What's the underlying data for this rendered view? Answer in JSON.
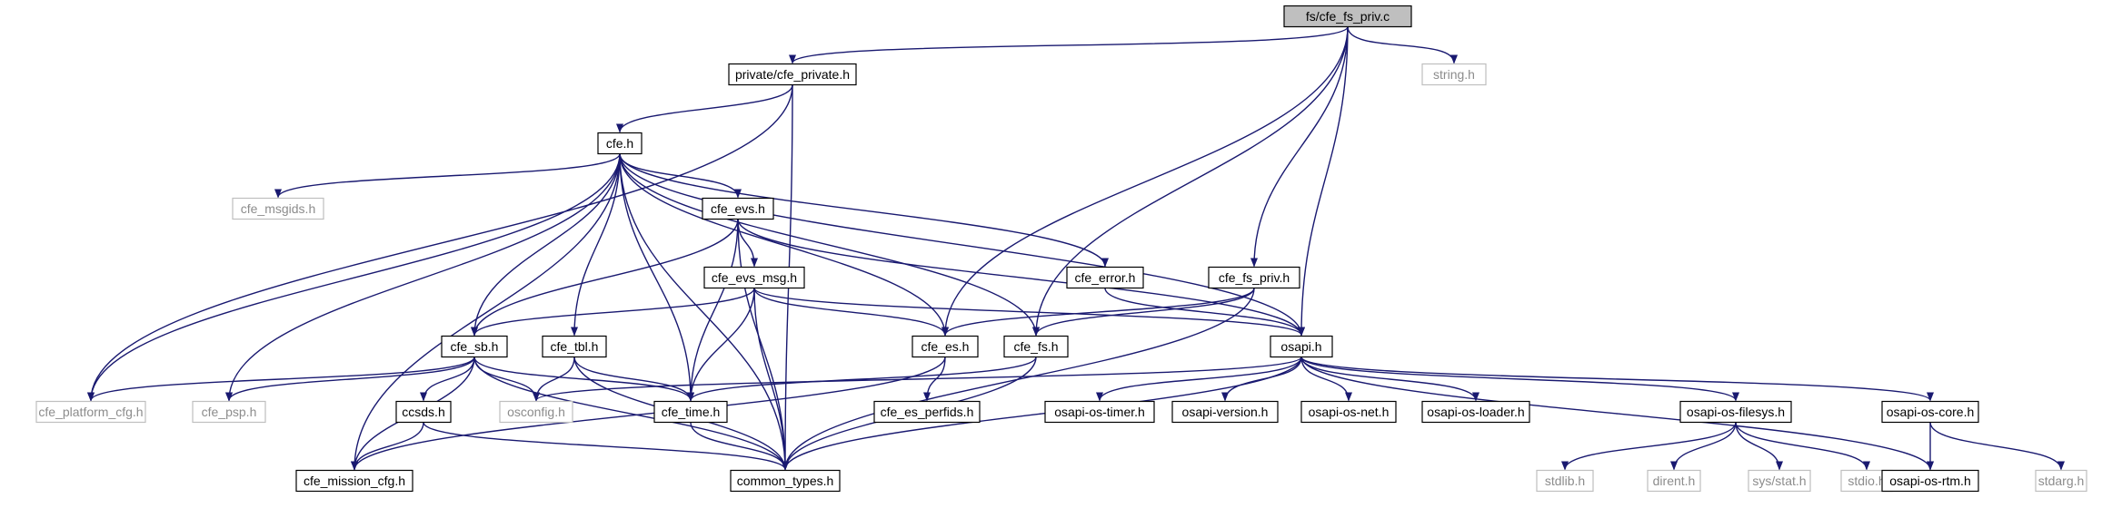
{
  "graph": {
    "colors": {
      "edge": "#191970",
      "root_fill": "#bfbfbf",
      "node_border": "#000000",
      "external_border": "#bfbfbf",
      "text": "#000000",
      "external_text": "#8c8c8c"
    },
    "nodes": [
      {
        "id": "root",
        "label": "fs/cfe_fs_priv.c",
        "kind": "root"
      },
      {
        "id": "private",
        "label": "private/cfe_private.h",
        "kind": "internal"
      },
      {
        "id": "string",
        "label": "string.h",
        "kind": "external"
      },
      {
        "id": "cfe",
        "label": "cfe.h",
        "kind": "internal"
      },
      {
        "id": "msgids",
        "label": "cfe_msgids.h",
        "kind": "external"
      },
      {
        "id": "evs",
        "label": "cfe_evs.h",
        "kind": "internal"
      },
      {
        "id": "error",
        "label": "cfe_error.h",
        "kind": "internal"
      },
      {
        "id": "fspriv",
        "label": "cfe_fs_priv.h",
        "kind": "internal"
      },
      {
        "id": "evsmsg",
        "label": "cfe_evs_msg.h",
        "kind": "internal"
      },
      {
        "id": "sb",
        "label": "cfe_sb.h",
        "kind": "internal"
      },
      {
        "id": "tbl",
        "label": "cfe_tbl.h",
        "kind": "internal"
      },
      {
        "id": "es",
        "label": "cfe_es.h",
        "kind": "internal"
      },
      {
        "id": "fs",
        "label": "cfe_fs.h",
        "kind": "internal"
      },
      {
        "id": "osapi",
        "label": "osapi.h",
        "kind": "internal"
      },
      {
        "id": "platform",
        "label": "cfe_platform_cfg.h",
        "kind": "external"
      },
      {
        "id": "psp",
        "label": "cfe_psp.h",
        "kind": "external"
      },
      {
        "id": "osconfig",
        "label": "osconfig.h",
        "kind": "external"
      },
      {
        "id": "time",
        "label": "cfe_time.h",
        "kind": "internal"
      },
      {
        "id": "perfids",
        "label": "cfe_es_perfids.h",
        "kind": "internal"
      },
      {
        "id": "ostimer",
        "label": "osapi-os-timer.h",
        "kind": "internal"
      },
      {
        "id": "osversion",
        "label": "osapi-version.h",
        "kind": "internal"
      },
      {
        "id": "osnet",
        "label": "osapi-os-net.h",
        "kind": "internal"
      },
      {
        "id": "osloader",
        "label": "osapi-os-loader.h",
        "kind": "internal"
      },
      {
        "id": "osfilesys",
        "label": "osapi-os-filesys.h",
        "kind": "internal"
      },
      {
        "id": "oscore",
        "label": "osapi-os-core.h",
        "kind": "internal"
      },
      {
        "id": "ccsds",
        "label": "ccsds.h",
        "kind": "internal"
      },
      {
        "id": "mission",
        "label": "cfe_mission_cfg.h",
        "kind": "internal"
      },
      {
        "id": "common",
        "label": "common_types.h",
        "kind": "internal"
      },
      {
        "id": "stdlib",
        "label": "stdlib.h",
        "kind": "external"
      },
      {
        "id": "dirent",
        "label": "dirent.h",
        "kind": "external"
      },
      {
        "id": "sysstat",
        "label": "sys/stat.h",
        "kind": "external"
      },
      {
        "id": "stdio",
        "label": "stdio.h",
        "kind": "external"
      },
      {
        "id": "osrtm",
        "label": "osapi-os-rtm.h",
        "kind": "internal"
      },
      {
        "id": "stdarg",
        "label": "stdarg.h",
        "kind": "external"
      }
    ],
    "edges": [
      [
        "root",
        "private"
      ],
      [
        "root",
        "string"
      ],
      [
        "root",
        "es"
      ],
      [
        "root",
        "fspriv"
      ],
      [
        "root",
        "fs"
      ],
      [
        "root",
        "osapi"
      ],
      [
        "private",
        "cfe"
      ],
      [
        "private",
        "platform"
      ],
      [
        "private",
        "common"
      ],
      [
        "cfe",
        "msgids"
      ],
      [
        "cfe",
        "evs"
      ],
      [
        "cfe",
        "error"
      ],
      [
        "cfe",
        "sb"
      ],
      [
        "cfe",
        "tbl"
      ],
      [
        "cfe",
        "es"
      ],
      [
        "cfe",
        "fs"
      ],
      [
        "cfe",
        "osapi"
      ],
      [
        "cfe",
        "platform"
      ],
      [
        "cfe",
        "psp"
      ],
      [
        "cfe",
        "time"
      ],
      [
        "cfe",
        "mission"
      ],
      [
        "cfe",
        "common"
      ],
      [
        "evs",
        "evsmsg"
      ],
      [
        "evs",
        "sb"
      ],
      [
        "evs",
        "time"
      ],
      [
        "evs",
        "common"
      ],
      [
        "evs",
        "osapi"
      ],
      [
        "error",
        "osapi"
      ],
      [
        "fspriv",
        "es"
      ],
      [
        "fspriv",
        "fs"
      ],
      [
        "fspriv",
        "common"
      ],
      [
        "evsmsg",
        "sb"
      ],
      [
        "evsmsg",
        "es"
      ],
      [
        "evsmsg",
        "time"
      ],
      [
        "evsmsg",
        "common"
      ],
      [
        "evsmsg",
        "osapi"
      ],
      [
        "sb",
        "platform"
      ],
      [
        "sb",
        "psp"
      ],
      [
        "sb",
        "osconfig"
      ],
      [
        "sb",
        "ccsds"
      ],
      [
        "sb",
        "time"
      ],
      [
        "sb",
        "mission"
      ],
      [
        "sb",
        "common"
      ],
      [
        "tbl",
        "osconfig"
      ],
      [
        "tbl",
        "time"
      ],
      [
        "tbl",
        "common"
      ],
      [
        "es",
        "perfids"
      ],
      [
        "es",
        "mission"
      ],
      [
        "fs",
        "time"
      ],
      [
        "fs",
        "common"
      ],
      [
        "osapi",
        "osconfig"
      ],
      [
        "osapi",
        "ostimer"
      ],
      [
        "osapi",
        "osversion"
      ],
      [
        "osapi",
        "osnet"
      ],
      [
        "osapi",
        "osloader"
      ],
      [
        "osapi",
        "osfilesys"
      ],
      [
        "osapi",
        "oscore"
      ],
      [
        "osapi",
        "osrtm"
      ],
      [
        "osapi",
        "common"
      ],
      [
        "time",
        "common"
      ],
      [
        "ccsds",
        "mission"
      ],
      [
        "ccsds",
        "common"
      ],
      [
        "osfilesys",
        "stdlib"
      ],
      [
        "osfilesys",
        "dirent"
      ],
      [
        "osfilesys",
        "sysstat"
      ],
      [
        "osfilesys",
        "stdio"
      ],
      [
        "oscore",
        "osrtm"
      ],
      [
        "oscore",
        "stdarg"
      ]
    ]
  }
}
